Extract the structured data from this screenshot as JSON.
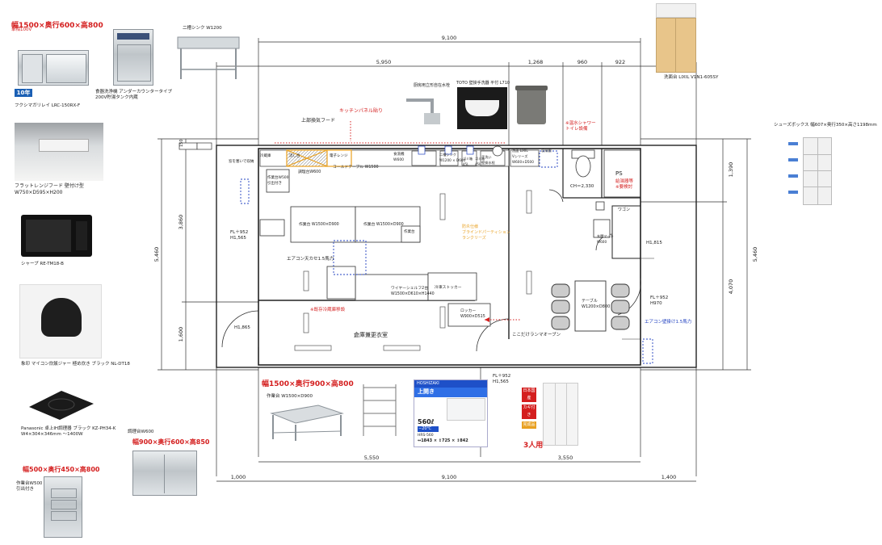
{
  "colors": {
    "line": "#333333",
    "red": "#d41e1e",
    "blue": "#2040c0",
    "orange": "#e8a020",
    "steel": "#c8cdd1"
  },
  "dims": {
    "top_total": "9,100",
    "top_segments": [
      "5,950",
      "1,268",
      "960",
      "922"
    ],
    "bottom_total": "9,100",
    "bottom_segments": [
      "5,550",
      "3,550"
    ],
    "bottom_margins": [
      "1,000",
      "1,400"
    ],
    "left_total": "5,460",
    "left_segments": [
      "3,860",
      "1,600"
    ],
    "right_total": "5,460",
    "right_segments": [
      "1,390",
      "4,070"
    ],
    "small_top_left": "150"
  },
  "floor": {
    "labels": {
      "hood": "上部換気フード",
      "kitchen_panel": "キッチンパネル貼り",
      "shower": "※温水シャワー\nトイレ設備",
      "ps": "PS",
      "ps_sub": "給湯器等\n※要検討",
      "ch": "CH＝2,330",
      "fl_left": "FL＋952\nH1,565",
      "fl_right": "FL＋952\nH970",
      "fl_bottom": "FL＋952\nH1,565",
      "h_left": "H1,865",
      "h_right": "H1,815",
      "aircon_left": "エアコン天カセ1.5馬力",
      "aircon_right": "エアコン壁掛け1.5馬力",
      "storage_room": "倉庫兼更衣室",
      "fridge_area": "※既存冷蔵庫移設",
      "partition": "防炎仕様\nブラインドパーティション\nランクリーズ",
      "oven_note": "ここだけランマオーブン",
      "table": "テーブル\nW1200×D800",
      "wagon": "ワゴン",
      "wire_shelf": "ワイヤーシェルフ2台\nW1500×D610×H1440",
      "freezer_stock": "冷凍ストッカー",
      "locker": "ロッカー\nW900×D515",
      "worktable1": "作業台 W1500×D900",
      "worktable2": "作業台 W1500×D900",
      "cold_table": "コールドテーブル W1500",
      "prep_table": "調理台W600",
      "drawer_table": "作業台W500\n引出付き",
      "deep_sink": "流し台",
      "gas_range": "電子レンジ",
      "dish_wash": "食洗機\nW600",
      "two_sink": "二槽シンク\nW1200 × D600",
      "wash_basin": "洗面 LIXIL\nVシリーズ\nW600×D500",
      "hand_basin": "手洗い\n壁掛水栓",
      "shoebox": "収納棚",
      "hanger": "玄関マット\nW600",
      "bin_top_left": "窓を塞いで収納",
      "fridge_left": "冷蔵庫",
      "small1": "ゴミ箱\n45L",
      "small2": "ゴミ箱\n45L",
      "work_sub": "作業台"
    }
  },
  "catalog": {
    "fridge_spec": "幅1500×奥行600×高800",
    "fridge_sub": "単相100V",
    "fridge_warranty": "10年",
    "fridge_caption": "フクシマガリレイ LRC-150RX-F",
    "dishwasher_caption": "食器洗浄機 アンダーカウンタータイプ\n200V貯湯タンク内蔵",
    "sink_caption": "二槽シンク W1200",
    "faucet_caption": "厨房用立形自在水栓",
    "handwash_caption": "TOTO 壁掛手洗器 平付 L710",
    "vanity_caption": "洗面台 LIXIL V1N1-605SY",
    "hood_caption": "フラットレンジフード 壁付け型\nW750×D595×H200",
    "microwave_caption": "シャープ RE-TM18-B",
    "ricecooker_caption": "象印 マイコン炊飯ジャー 極め炊き ブラック NL-DT18",
    "induction_caption": "Panasonic 卓上IH調理器 ブラック KZ-PH34-K\nW4×304×346mm ～1400W",
    "drawer_spec": "幅500×奥行450×高800",
    "drawer_caption": "作業台W500\n引出付き",
    "prep_caption": "調理台W600",
    "prep_spec": "幅900×奥行600×高850",
    "worktable_spec": "幅1500×奥行900×高800",
    "worktable_caption": "作業台 W1500×D900",
    "freezer_badge": "上開き",
    "freezer_brand": "HOSHIZAKI",
    "freezer_vol": "560ℓ",
    "freezer_temp": "−20℃",
    "freezer_model": "HRS-560",
    "freezer_dims": "↔1843 × ↕725 × ↕842",
    "locker_tags": [
      "日本国産",
      "カギ付き",
      "完成品"
    ],
    "locker_people": "3人用",
    "shoebox_caption": "シューズボックス 幅607×奥行350×高さ1198mm"
  }
}
